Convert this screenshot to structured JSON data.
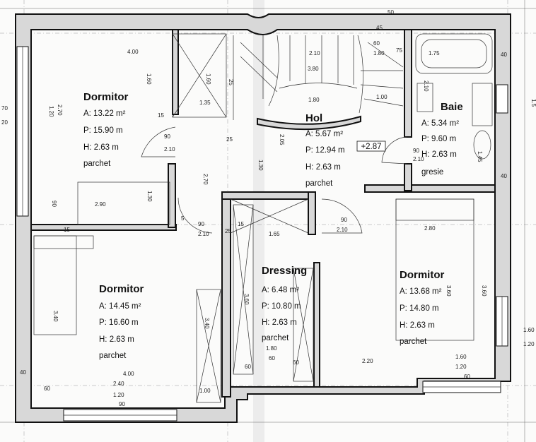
{
  "rooms": {
    "dormitor_nw": {
      "name": "Dormitor",
      "area": "A: 13.22 m²",
      "perimeter": "P: 15.90 m",
      "height": "H: 2.63 m",
      "floor": "parchet"
    },
    "hol": {
      "name": "Hol",
      "area": "A: 5.67 m²",
      "perimeter": "P: 12.94 m",
      "height": "H: 2.63 m",
      "floor": "parchet"
    },
    "baie": {
      "name": "Baie",
      "area": "A: 5.34 m²",
      "perimeter": "P: 9.60 m",
      "height": "H: 2.63 m",
      "floor": "gresie"
    },
    "dormitor_sw": {
      "name": "Dormitor",
      "area": "A: 14.45 m²",
      "perimeter": "P: 16.60 m",
      "height": "H: 2.63 m",
      "floor": "parchet"
    },
    "dressing": {
      "name": "Dressing",
      "area": "A: 6.48 m²",
      "perimeter": "P: 10.80 m",
      "height": "H: 2.63 m",
      "floor": "parchet"
    },
    "dormitor_se": {
      "name": "Dormitor",
      "area": "A: 13.68 m²",
      "perimeter": "P: 14.80 m",
      "height": "H: 2.63 m",
      "floor": "parchet"
    }
  },
  "level_mark": "+2.87",
  "dimensions": {
    "d_400_top": "4.00",
    "d_160_a": "1.60",
    "d_160_b": "1.60",
    "d_135": "1.35",
    "d_270": "2.70",
    "d_120": "1.20",
    "d_90_door1": "90",
    "d_210_door1": "2.10",
    "d_290": "2.90",
    "d_90_left": "90",
    "d_130": "1.30",
    "d_270_mid": "2.70",
    "d_90_mid": "90",
    "d_210_mid": "2.10",
    "d_25_a": "25",
    "d_25_b": "25",
    "d_15_a": "15",
    "d_15_b": "15",
    "d_5": "5",
    "d_210_stair": "2.10",
    "d_380": "3.80",
    "d_180_stair": "1.80",
    "d_60_stair": "60",
    "d_75": "75",
    "d_100": "1.00",
    "d_180_hol": "1.80",
    "d_205": "2.05",
    "d_130_hol": "1.30",
    "d_175": "1.75",
    "d_210_baie": "2.10",
    "d_145": "1.45",
    "d_90_baie": "90",
    "d_210_baie_door": "2.10",
    "d_40_a": "40",
    "d_40_b": "40",
    "d_165": "1.65",
    "d_360_dress": "3.60",
    "d_15_dress": "15",
    "d_90_dorm": "90",
    "d_210_dorm": "2.10",
    "d_280": "2.80",
    "d_360_a": "3.60",
    "d_360_b": "3.60",
    "d_340": "3.40",
    "d_340_b": "3.40",
    "d_180_dress": "1.80",
    "d_60_dress_a": "60",
    "d_60_dress_b": "60",
    "d_60_dress_c": "60",
    "d_220": "2.20",
    "d_160_bot": "1.60",
    "d_120_bot": "1.20",
    "d_60_bot": "60",
    "d_400_bot": "4.00",
    "d_240": "2.40",
    "d_120_left": "1.20",
    "d_60_left": "60",
    "d_40_left": "40",
    "d_90_bot": "90",
    "d_100_bot": "1.00",
    "d_70": "70",
    "d_20": "20",
    "d_15_right": "1.5",
    "d_160_right": "1.60",
    "d_120_right": "1.20",
    "d_50": "50",
    "d_45": "45",
    "d_25_c": "25"
  }
}
